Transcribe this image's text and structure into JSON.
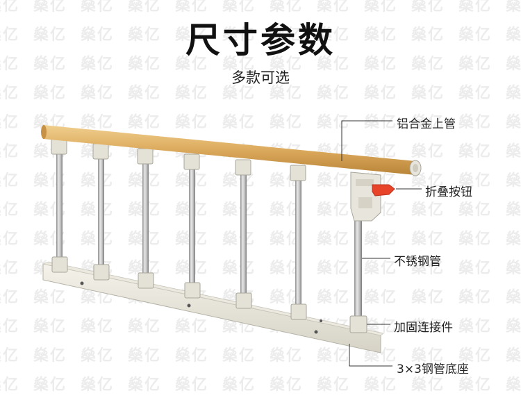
{
  "header": {
    "title": "尺寸参数",
    "subtitle": "多款可选"
  },
  "watermark": {
    "text": "燊亿"
  },
  "callouts": [
    {
      "id": "top-tube",
      "label": "铝合金上管"
    },
    {
      "id": "fold-button",
      "label": "折叠按钮"
    },
    {
      "id": "steel-tube",
      "label": "不锈钢管"
    },
    {
      "id": "connector",
      "label": "加固连接件"
    },
    {
      "id": "base",
      "label": "3×3钢管底座"
    }
  ],
  "colors": {
    "rail_wood": "#d9a85a",
    "steel": "#c0c0c0",
    "bracket": "#e8e6dc",
    "button_red": "#e8442a",
    "leader_line": "#333333"
  }
}
